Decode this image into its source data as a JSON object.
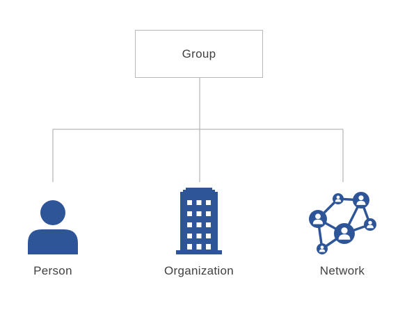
{
  "diagram": {
    "root": {
      "label": "Group"
    },
    "children": [
      {
        "label": "Person",
        "icon": "person-icon"
      },
      {
        "label": "Organization",
        "icon": "building-icon"
      },
      {
        "label": "Network",
        "icon": "network-icon"
      }
    ]
  },
  "colors": {
    "icon": "#2E5597",
    "connector": "#b8b8b8",
    "box_border": "#b8b8b8",
    "text": "#404040"
  }
}
